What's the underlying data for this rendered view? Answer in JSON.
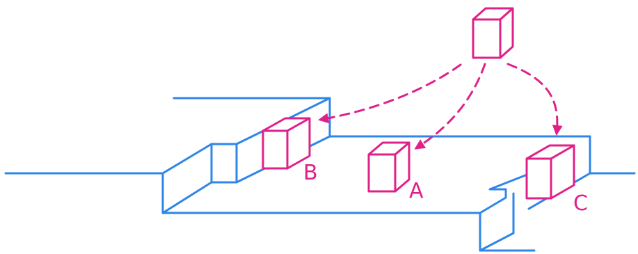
{
  "labels": {
    "a": "A",
    "b": "B",
    "c": "C"
  },
  "colors": {
    "structure": "#2f86e8",
    "cubes": "#e0208a",
    "background": "#ffffff"
  },
  "icons": [
    "cube-icon",
    "arrowhead-icon"
  ]
}
